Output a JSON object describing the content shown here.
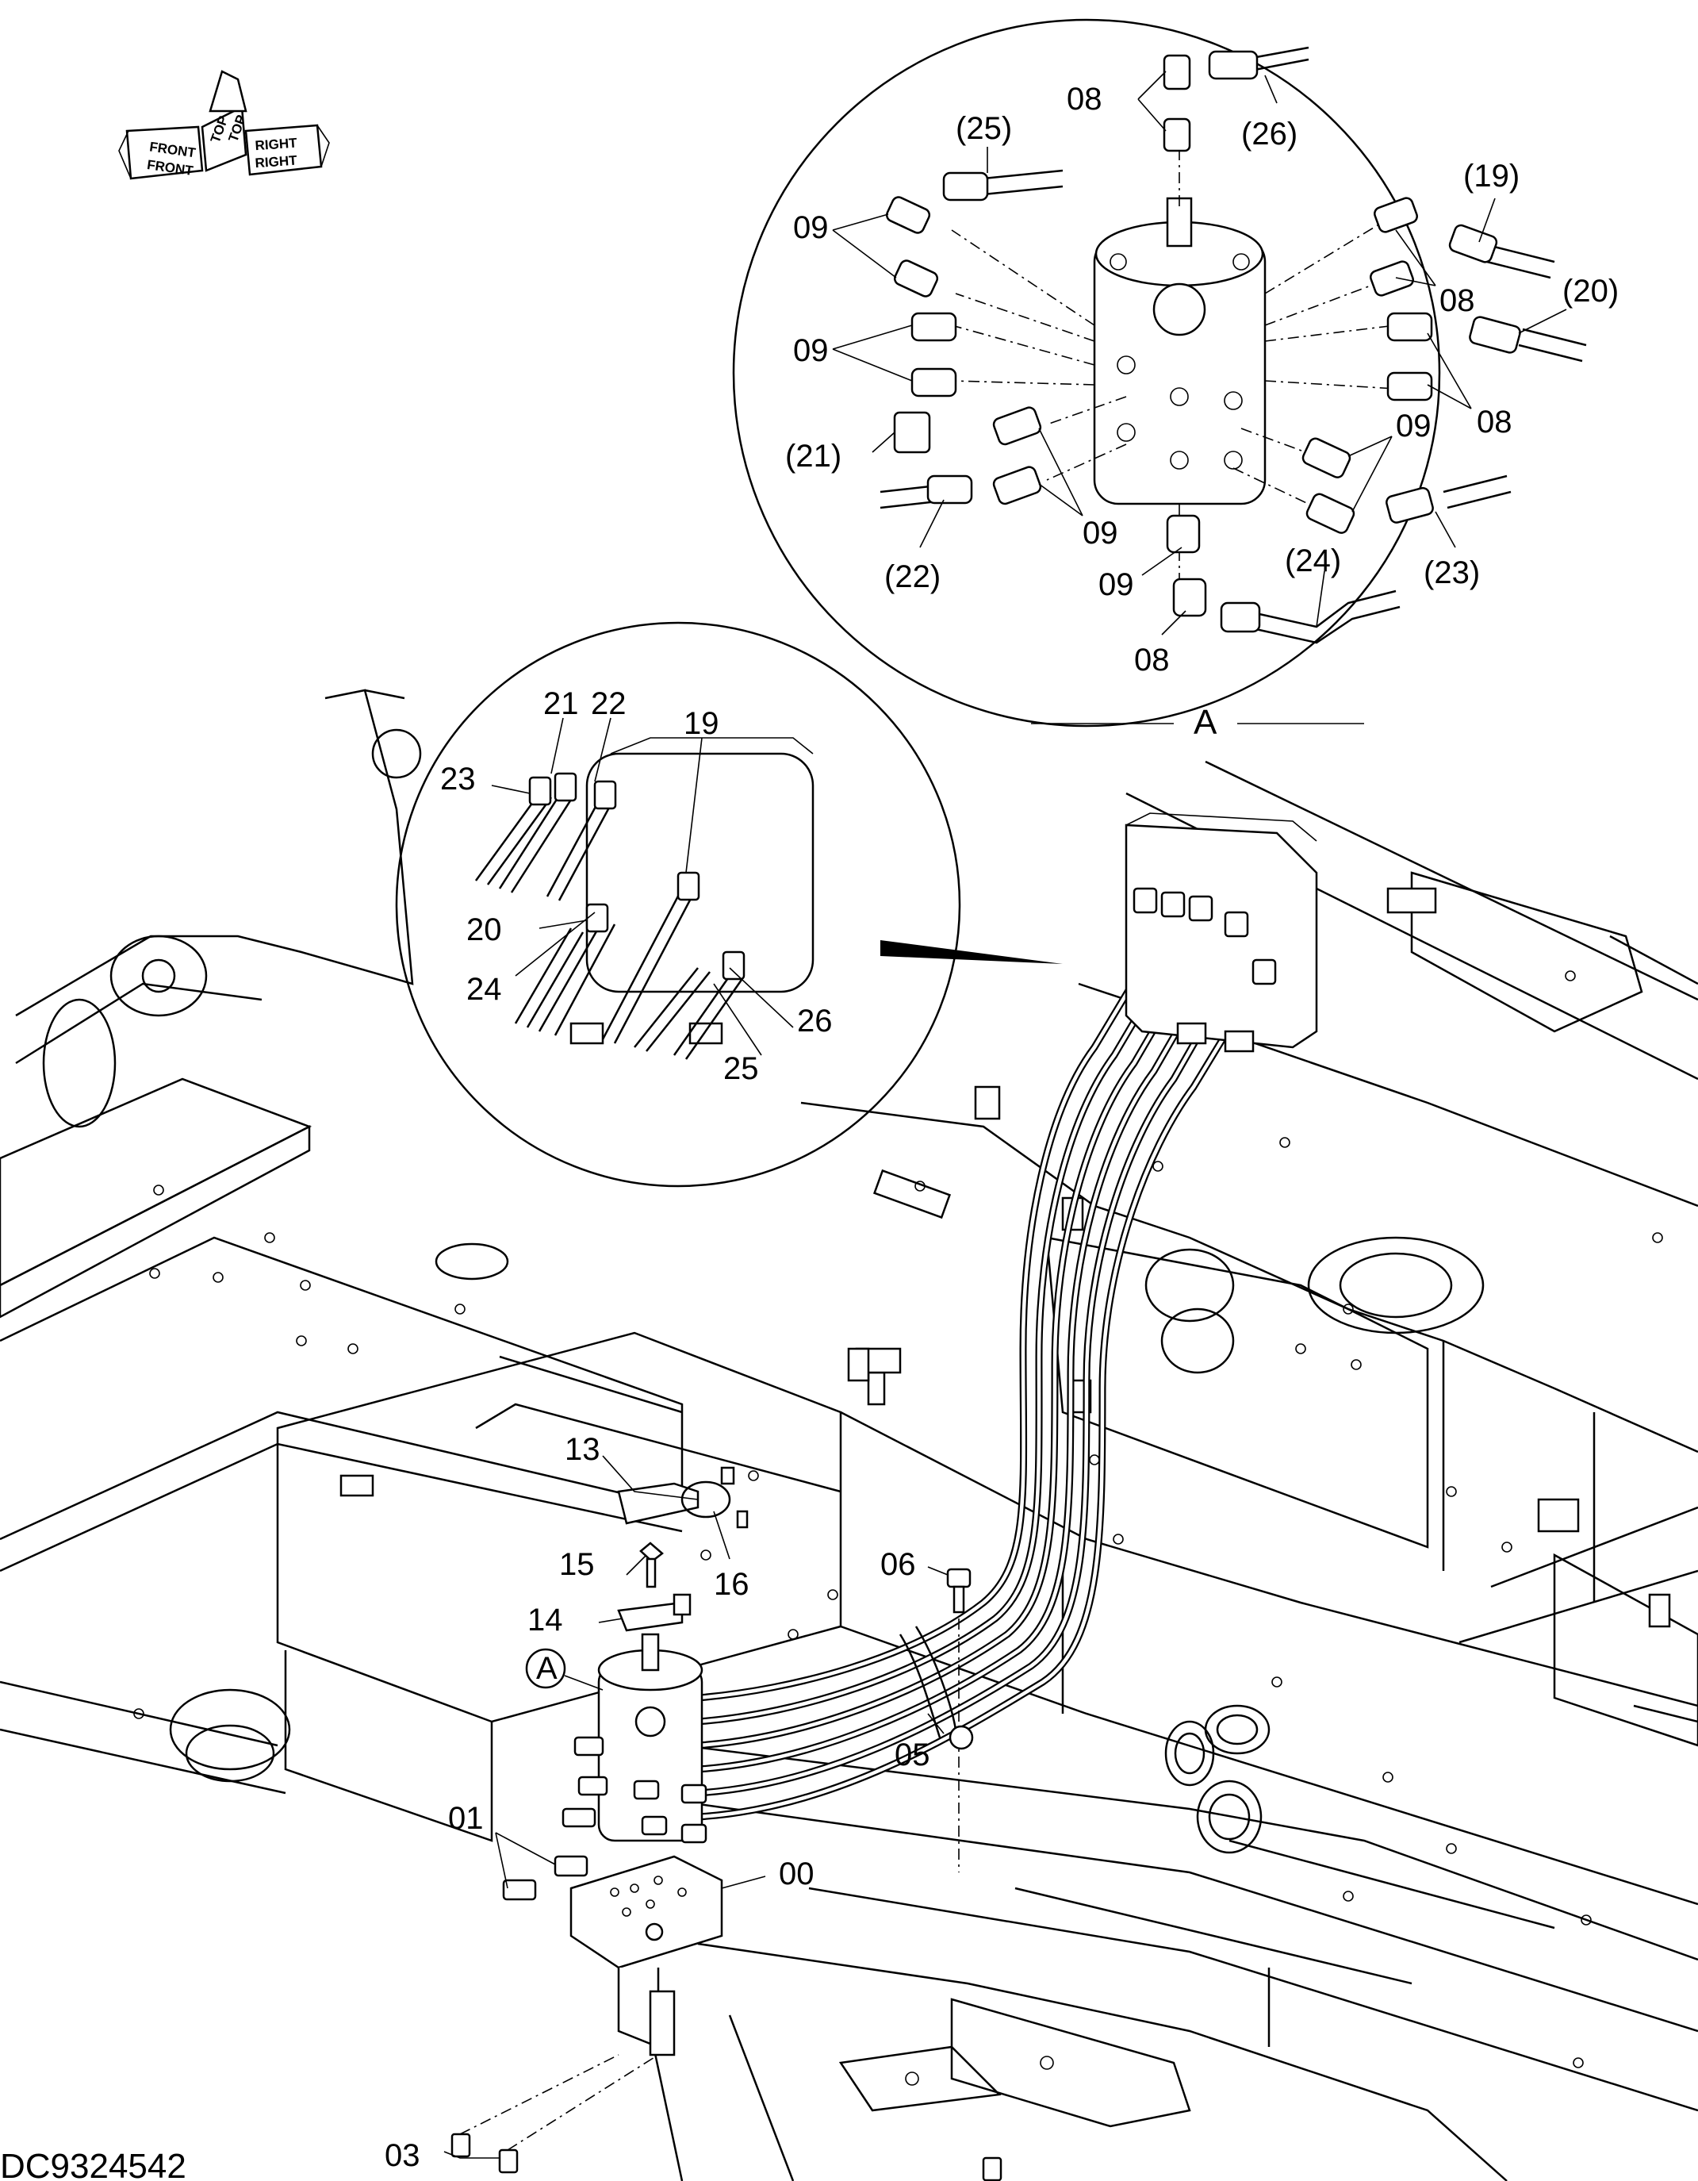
{
  "drawing_code": "DC9324542",
  "orientation": {
    "labels": [
      "FRONT",
      "TOP",
      "RIGHT",
      "FRONT",
      "TOP",
      "RIGHT"
    ]
  },
  "detail_a": {
    "title": "A",
    "callouts": [
      "08",
      "(26)",
      "(25)",
      "(19)",
      "09",
      "08",
      "(20)",
      "09",
      "08",
      "(21)",
      "09",
      "(22)",
      "09",
      "(23)",
      "(24)",
      "09",
      "08"
    ]
  },
  "detail_hoses": {
    "callouts": [
      "21",
      "22",
      "23",
      "19",
      "20",
      "24",
      "26",
      "25"
    ]
  },
  "main_view": {
    "callouts": [
      "13",
      "16",
      "15",
      "14",
      "06",
      "A",
      "05",
      "01",
      "00",
      "03"
    ]
  }
}
